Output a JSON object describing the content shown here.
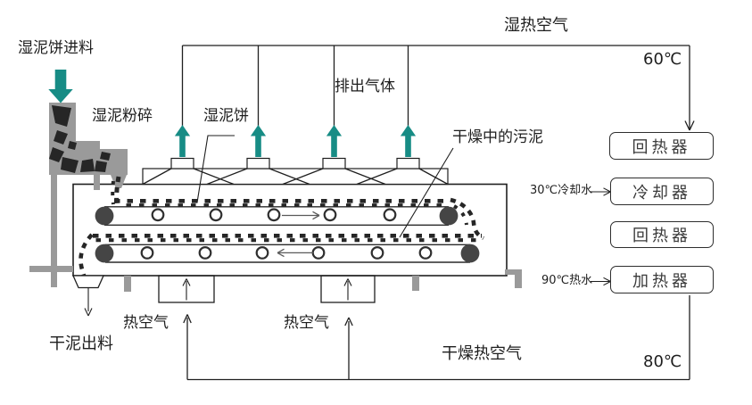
{
  "colors": {
    "arrow_teal": "#178c85",
    "line": "#1f1f1f",
    "gray_support": "#9a9a9a",
    "sludge": "#262626"
  },
  "feed": {
    "label": "湿泥饼进料",
    "crusher_label": "湿泥粉碎",
    "wet_cake_label": "湿泥饼"
  },
  "exhaust": {
    "gas_label": "排出气体",
    "humid_air_label": "湿热空气",
    "temp": "60℃"
  },
  "dryer": {
    "drying_sludge_label": "干燥中的污泥",
    "dry_outlet_label": "干泥出料"
  },
  "hot_air": {
    "inlet_1": "热空气",
    "inlet_2": "热空气",
    "return_label": "干燥热空气",
    "temp": "80℃"
  },
  "exchangers": {
    "boxes": [
      {
        "label": "回热器"
      },
      {
        "label": "冷却器"
      },
      {
        "label": "回热器"
      },
      {
        "label": "加热器"
      }
    ],
    "cooling_water": "30℃冷却水",
    "hot_water": "90℃热水"
  }
}
